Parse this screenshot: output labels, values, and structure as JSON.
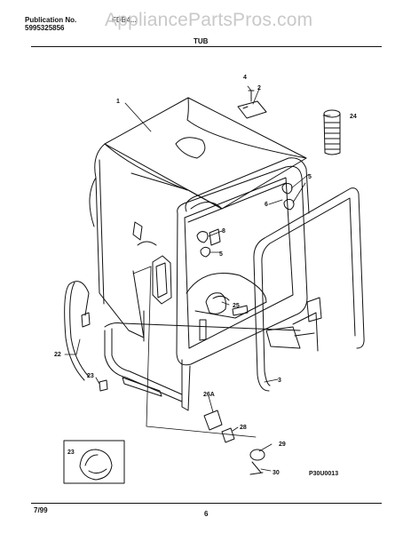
{
  "header": {
    "publication_label": "Publication No.",
    "publication_number": "5995325856",
    "model": "FDB4..."
  },
  "watermark": "AppliancePartsPros.com",
  "section_title": "TUB",
  "callouts": {
    "c1": "1",
    "c2": "2",
    "c3": "3",
    "c4": "4",
    "c5a": "5",
    "c5b": "5",
    "c6": "6",
    "c8": "8",
    "c22": "22",
    "c23a": "23",
    "c23b": "23",
    "c24": "24",
    "c25": "25",
    "c26a": "26A",
    "c28": "28",
    "c29": "29",
    "c30": "30"
  },
  "diagram_code": "P30U0013",
  "footer": {
    "date": "7/99",
    "page": "6"
  }
}
